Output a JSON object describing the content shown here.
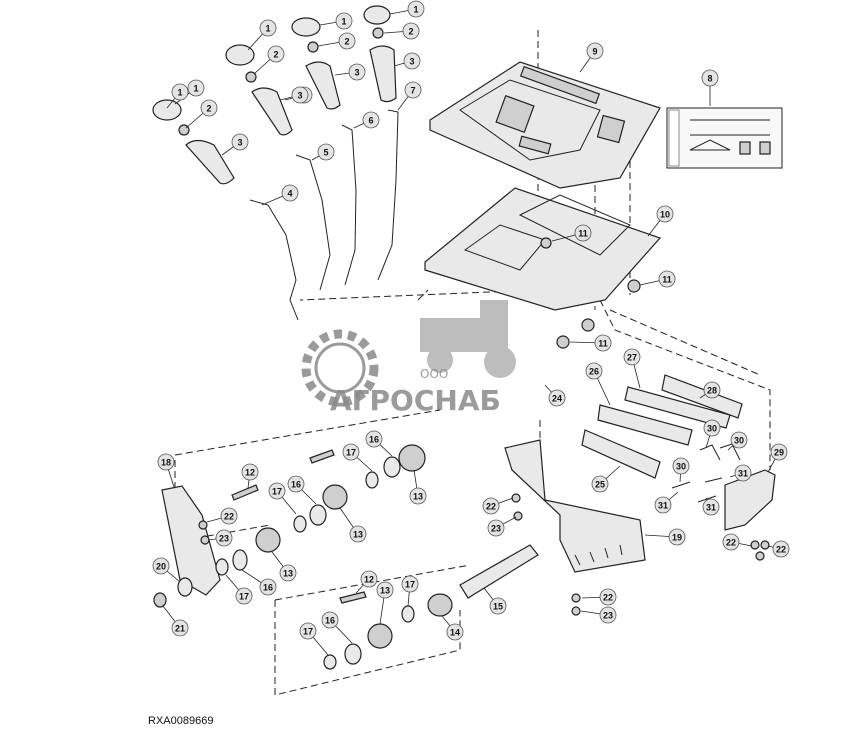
{
  "figure_code": "RXA0089669",
  "watermark": {
    "company_prefix": "ООО",
    "company_name": "АГРОСНАБ"
  },
  "decal_text": "RXA0089669",
  "callouts": [
    {
      "id": "c1a",
      "label": "1"
    },
    {
      "id": "c1b",
      "label": "1"
    },
    {
      "id": "c1c",
      "label": "1"
    },
    {
      "id": "c1d",
      "label": "1"
    },
    {
      "id": "c1e",
      "label": "1"
    },
    {
      "id": "c2a",
      "label": "2"
    },
    {
      "id": "c2b",
      "label": "2"
    },
    {
      "id": "c2c",
      "label": "2"
    },
    {
      "id": "c2d",
      "label": "2"
    },
    {
      "id": "c3a",
      "label": "3"
    },
    {
      "id": "c3b",
      "label": "3"
    },
    {
      "id": "c3c",
      "label": "3"
    },
    {
      "id": "c3d",
      "label": "3"
    },
    {
      "id": "c3e",
      "label": "3"
    },
    {
      "id": "c4",
      "label": "4"
    },
    {
      "id": "c5",
      "label": "5"
    },
    {
      "id": "c6",
      "label": "6"
    },
    {
      "id": "c7",
      "label": "7"
    },
    {
      "id": "c8",
      "label": "8"
    },
    {
      "id": "c9",
      "label": "9"
    },
    {
      "id": "c10",
      "label": "10"
    },
    {
      "id": "c11a",
      "label": "11"
    },
    {
      "id": "c11b",
      "label": "11"
    },
    {
      "id": "c11c",
      "label": "11"
    },
    {
      "id": "c12a",
      "label": "12"
    },
    {
      "id": "c12b",
      "label": "12"
    },
    {
      "id": "c13a",
      "label": "13"
    },
    {
      "id": "c13b",
      "label": "13"
    },
    {
      "id": "c13c",
      "label": "13"
    },
    {
      "id": "c13d",
      "label": "13"
    },
    {
      "id": "c14",
      "label": "14"
    },
    {
      "id": "c15",
      "label": "15"
    },
    {
      "id": "c16a",
      "label": "16"
    },
    {
      "id": "c16b",
      "label": "16"
    },
    {
      "id": "c16c",
      "label": "16"
    },
    {
      "id": "c16d",
      "label": "16"
    },
    {
      "id": "c17a",
      "label": "17"
    },
    {
      "id": "c17b",
      "label": "17"
    },
    {
      "id": "c17c",
      "label": "17"
    },
    {
      "id": "c17d",
      "label": "17"
    },
    {
      "id": "c17e",
      "label": "17"
    },
    {
      "id": "c18",
      "label": "18"
    },
    {
      "id": "c19",
      "label": "19"
    },
    {
      "id": "c20",
      "label": "20"
    },
    {
      "id": "c21",
      "label": "21"
    },
    {
      "id": "c22a",
      "label": "22"
    },
    {
      "id": "c22b",
      "label": "22"
    },
    {
      "id": "c22c",
      "label": "22"
    },
    {
      "id": "c22d",
      "label": "22"
    },
    {
      "id": "c22e",
      "label": "22"
    },
    {
      "id": "c23a",
      "label": "23"
    },
    {
      "id": "c23b",
      "label": "23"
    },
    {
      "id": "c23c",
      "label": "23"
    },
    {
      "id": "c24",
      "label": "24"
    },
    {
      "id": "c25",
      "label": "25"
    },
    {
      "id": "c26",
      "label": "26"
    },
    {
      "id": "c27",
      "label": "27"
    },
    {
      "id": "c28",
      "label": "28"
    },
    {
      "id": "c29",
      "label": "29"
    },
    {
      "id": "c30a",
      "label": "30"
    },
    {
      "id": "c30b",
      "label": "30"
    },
    {
      "id": "c30c",
      "label": "30"
    },
    {
      "id": "c31a",
      "label": "31"
    },
    {
      "id": "c31b",
      "label": "31"
    },
    {
      "id": "c31c",
      "label": "31"
    }
  ]
}
